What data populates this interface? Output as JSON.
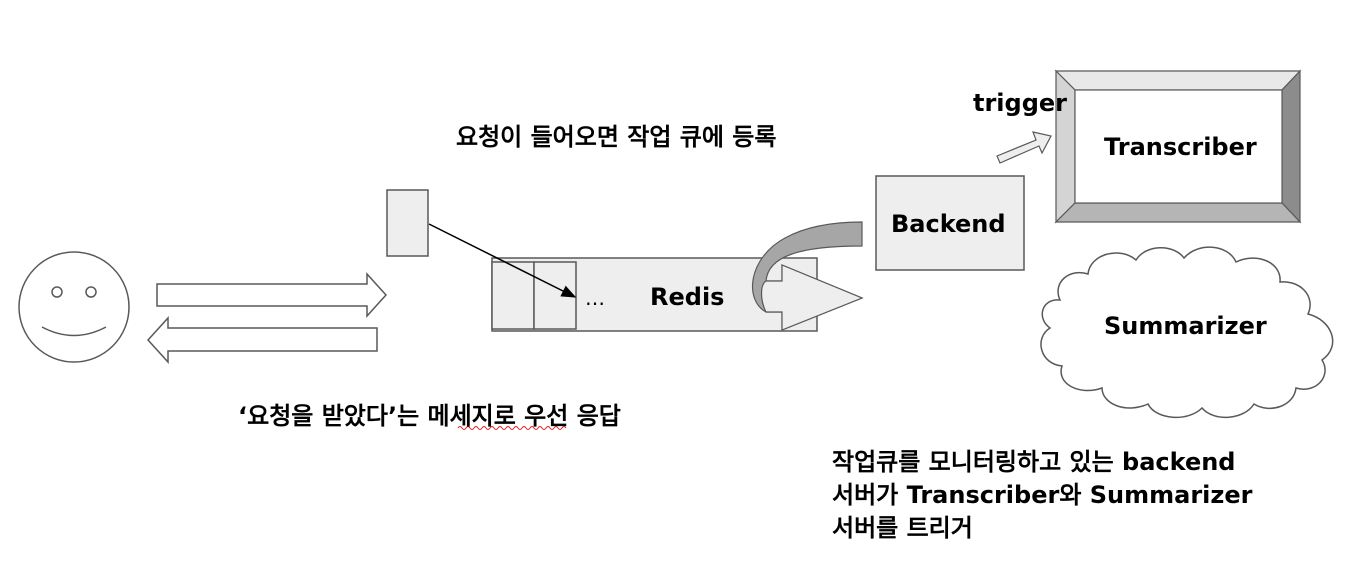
{
  "nodes": {
    "redis": "Redis",
    "backend": "Backend",
    "transcriber": "Transcriber",
    "summarizer": "Summarizer",
    "queue_ellipsis": "…"
  },
  "edges": {
    "trigger": "trigger"
  },
  "annotations": {
    "enqueue": "요청이 들어오면 작업 큐에 등록",
    "immediate_response": "‘요청을 받았다’는 메세지로 우선 응답",
    "backend_monitor": [
      "작업큐를 모니터링하고 있는 backend",
      "서버가 Transcriber와 Summarizer",
      "서버를 트리거"
    ]
  },
  "colors": {
    "box_fill": "#eeeeee",
    "stroke": "#595959",
    "arrow_fill": "#d9d9d9",
    "curved_arrow_fill": "#a6a6a6",
    "bevel_light": "#e8e8e8",
    "bevel_dark": "#8c8c8c",
    "squiggle": "#e02020"
  }
}
